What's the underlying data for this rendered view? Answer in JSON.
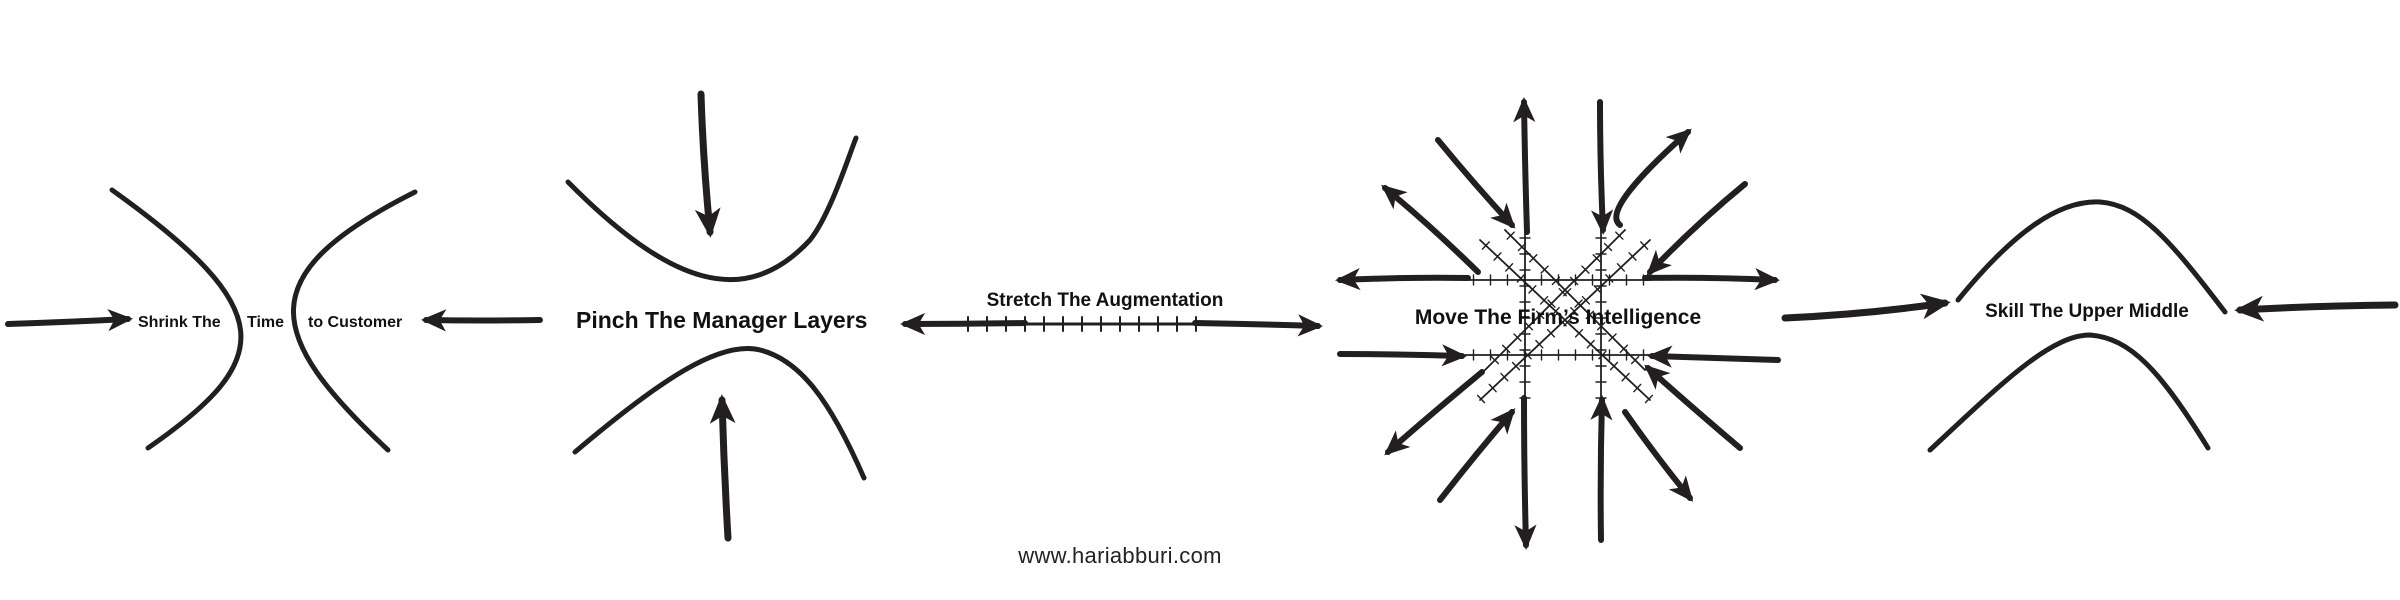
{
  "colors": {
    "ink": "#231f20",
    "background": "#ffffff"
  },
  "panels": {
    "shrink": {
      "word1": "Shrink The",
      "word2": "Time",
      "word3": "to Customer",
      "icon": "converging-curves-icon"
    },
    "pinch": {
      "label": "Pinch The Manager Layers",
      "icon": "pinch-parabolas-icon"
    },
    "stretch": {
      "label": "Stretch The Augmentation",
      "icon": "stretched-ruler-icon"
    },
    "move": {
      "label": "Move The Firm’s Intelligence",
      "icon": "starburst-grid-icon"
    },
    "skill": {
      "label": "Skill The Upper Middle",
      "icon": "arches-icon"
    }
  },
  "footer": {
    "url": "www.hariabburi.com"
  }
}
